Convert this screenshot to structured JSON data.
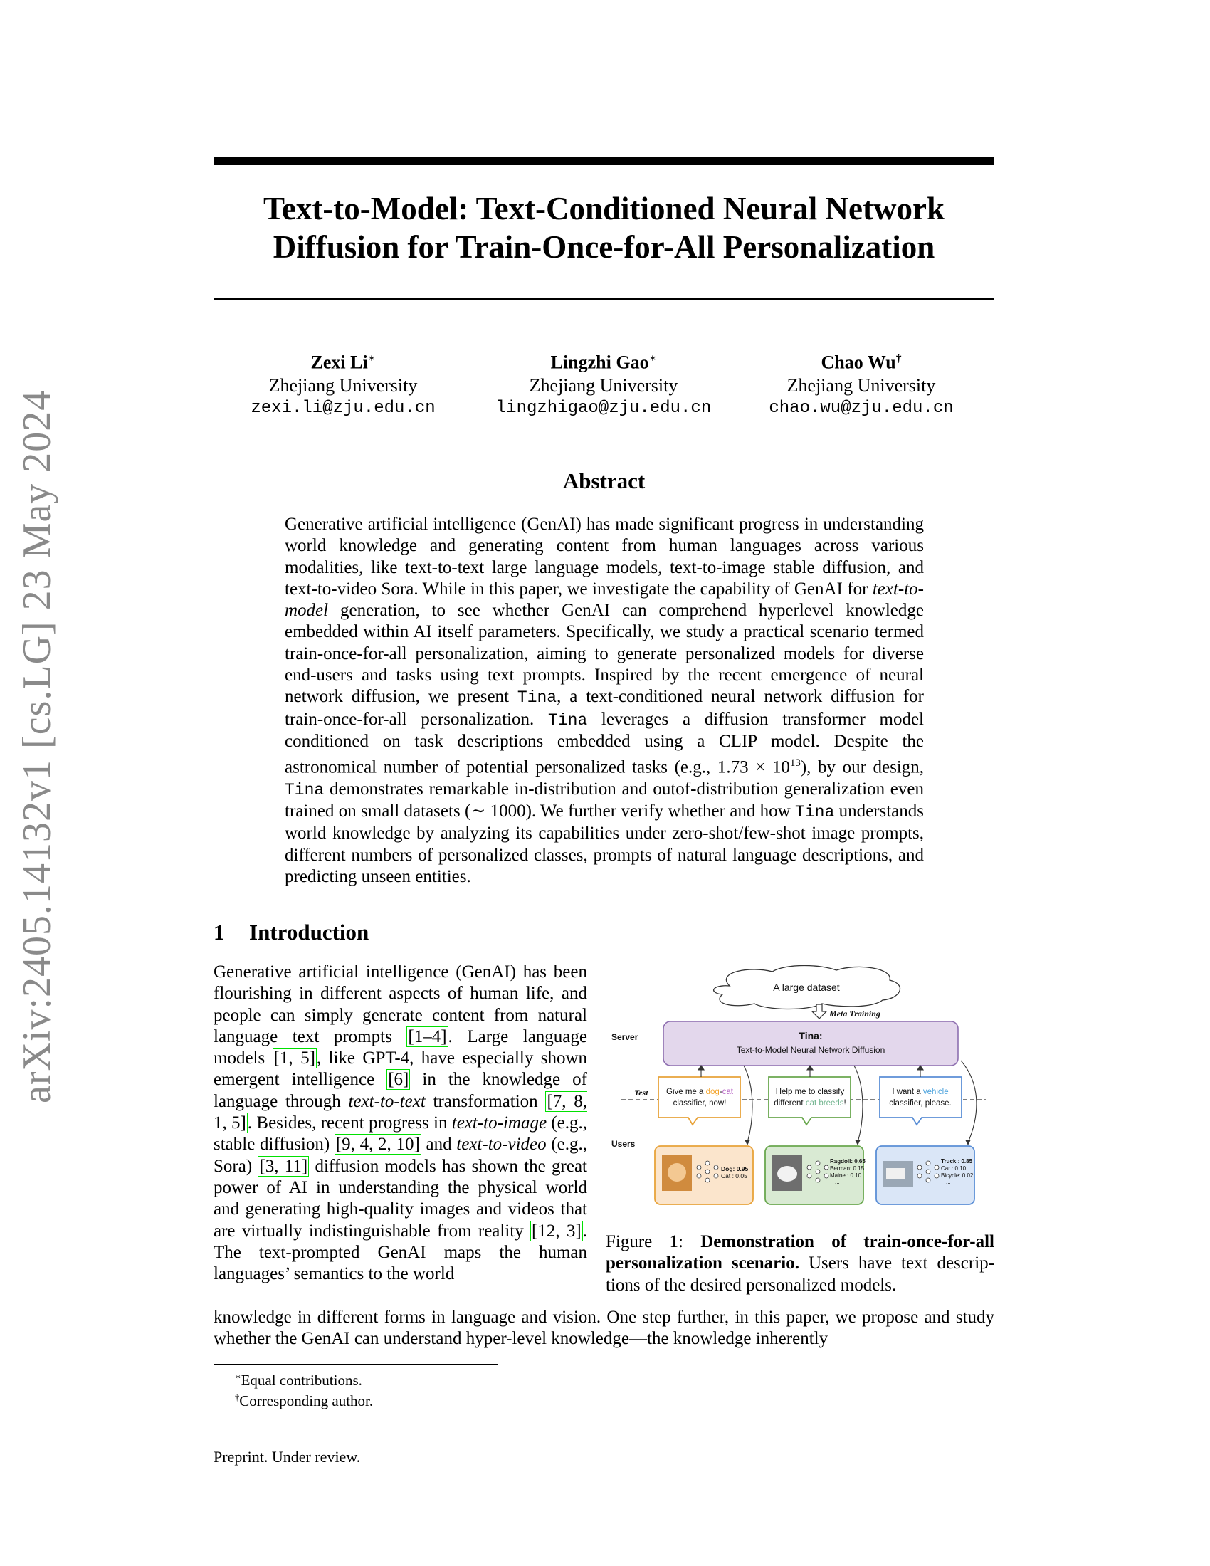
{
  "arxiv_stamp": "arXiv:2405.14132v1  [cs.LG]  23 May 2024",
  "title": {
    "line1": "Text-to-Model: Text-Conditioned Neural Network",
    "line2": "Diffusion for Train-Once-for-All Personalization"
  },
  "authors": [
    {
      "name": "Zexi Li",
      "mark": "∗",
      "affiliation": "Zhejiang University",
      "email": "zexi.li@zju.edu.cn"
    },
    {
      "name": "Lingzhi Gao",
      "mark": "∗",
      "affiliation": "Zhejiang University",
      "email": "lingzhigao@zju.edu.cn"
    },
    {
      "name": "Chao Wu",
      "mark": "†",
      "affiliation": "Zhejiang University",
      "email": "chao.wu@zju.edu.cn"
    }
  ],
  "abstract": {
    "heading": "Abstract",
    "p1": "Generative artificial intelligence (GenAI) has made significant progress in under­standing world knowledge and generating content from human languages across various modalities, like text-to-text large language models, text-to-image stable dif­fusion, and text-to-video Sora. While in this paper, we investigate the capability of GenAI for ",
    "em1": "text-to-model",
    "p2": " generation, to see whether GenAI can comprehend hyper­level knowledge embedded within AI itself parameters. Specifically, we study a practical scenario termed train-once-for-all personalization, aiming to generate per­sonalized models for diverse end-users and tasks using text prompts. Inspired by the recent emergence of neural network diffusion, we present ",
    "tina": "Tina",
    "p3": ", a text-conditioned neural network diffusion for train-once-for-all personalization. ",
    "p4": " leverages a diffusion transformer model conditioned on task descriptions embedded using a CLIP model. Despite the astronomical number of potential personalized tasks (e.g., 1.73 × 10",
    "exp": "13",
    "p5": "), by our design, ",
    "p6": " demonstrates remarkable in-distribution and out­of-distribution generalization even trained on small datasets (∼ 1000). We further verify whether and how ",
    "p7": " understands world knowledge by analyzing its capa­bilities under zero-shot/few-shot image prompts, different numbers of personalized classes, prompts of natural language descriptions, and predicting unseen entities."
  },
  "intro": {
    "number": "1",
    "heading": "Introduction",
    "s1": "Generative artificial intelligence (GenAI) has been flourishing in different aspects of hu­man life, and people can simply generate con­tent from natural language text prompts ",
    "c1": "[1–4]",
    "s2": ". Large language models ",
    "c2": "[1, 5]",
    "s3": ", like GPT-4, have especially shown emergent intelligence ",
    "c3": "[6]",
    "s4": " in the knowledge of language through ",
    "e1": "text-to-text",
    "s5": " transformation ",
    "c4": "[7, 8, 1, 5]",
    "s6": ". Besides, re­cent progress in ",
    "e2": "text-to-image",
    "s7": " (e.g., stable dif­fusion) ",
    "c5": "[9, 4, 2, 10]",
    "s8": " and ",
    "e3": "text-to-video",
    "s9": " (e.g., Sora) ",
    "c6": "[3, 11]",
    "s10": " diffusion models has shown the great power of AI in understanding the physical world and generating high-quality images and videos that are virtually indistinguishable from reality ",
    "c7": "[12, 3]",
    "s11": ". The text-prompted GenAI maps the human languages’ semantics to the world",
    "full": "knowledge in different forms in language and vision. One step further, in this paper, we propose and study whether the GenAI can understand hyper-level knowledge—the knowledge inherently"
  },
  "figure": {
    "dataset": "A large dataset",
    "meta_training": "Meta Training",
    "server": "Server",
    "test": "Test",
    "users": "Users",
    "tina_title": "Tina:",
    "tina_sub": "Text-to-Model Neural Network Diffusion",
    "p1_a": "Give me a ",
    "p1_b": "dog",
    "p1_c": "-",
    "p1_d": "cat",
    "p1_e": "classifier, now!",
    "p2_a": "Help me to classify",
    "p2_b": "different ",
    "p2_c": "cat breeds",
    "p2_d": "!",
    "p3_a": "I want a ",
    "p3_b": "vehicle",
    "p3_c": "classifier, please.",
    "u1_l1": "Dog: 0.95",
    "u1_l2": "Cat : 0.05",
    "u2_l1": "Ragdoll: 0.65",
    "u2_l2": "Berman: 0.15",
    "u2_l3": "Maine   : 0.10",
    "u2_l4": "...",
    "u3_l1": "Truck  : 0.85",
    "u3_l2": "Car       : 0.10",
    "u3_l3": "Bicycle: 0.02",
    "u3_l4": "...",
    "colors": {
      "tina_fill": "#e3d7ec",
      "tina_stroke": "#8e6fb0",
      "orange": "#e8a33a",
      "green": "#6aa84f",
      "blue": "#5b8fd6",
      "dog": "#f4a52d",
      "cat": "#b867c6",
      "cat_breeds": "#72b58f",
      "vehicle": "#4ca3dd"
    }
  },
  "caption": {
    "label": "Figure 1: ",
    "bold": "Demonstration of train-once-for-all personalization scenario.",
    "rest": " Users have text descrip­tions of the desired personalized models."
  },
  "footnotes": {
    "f1_mark": "∗",
    "f1": "Equal contributions.",
    "f2_mark": "†",
    "f2": "Corresponding author."
  },
  "footer": "Preprint. Under review."
}
